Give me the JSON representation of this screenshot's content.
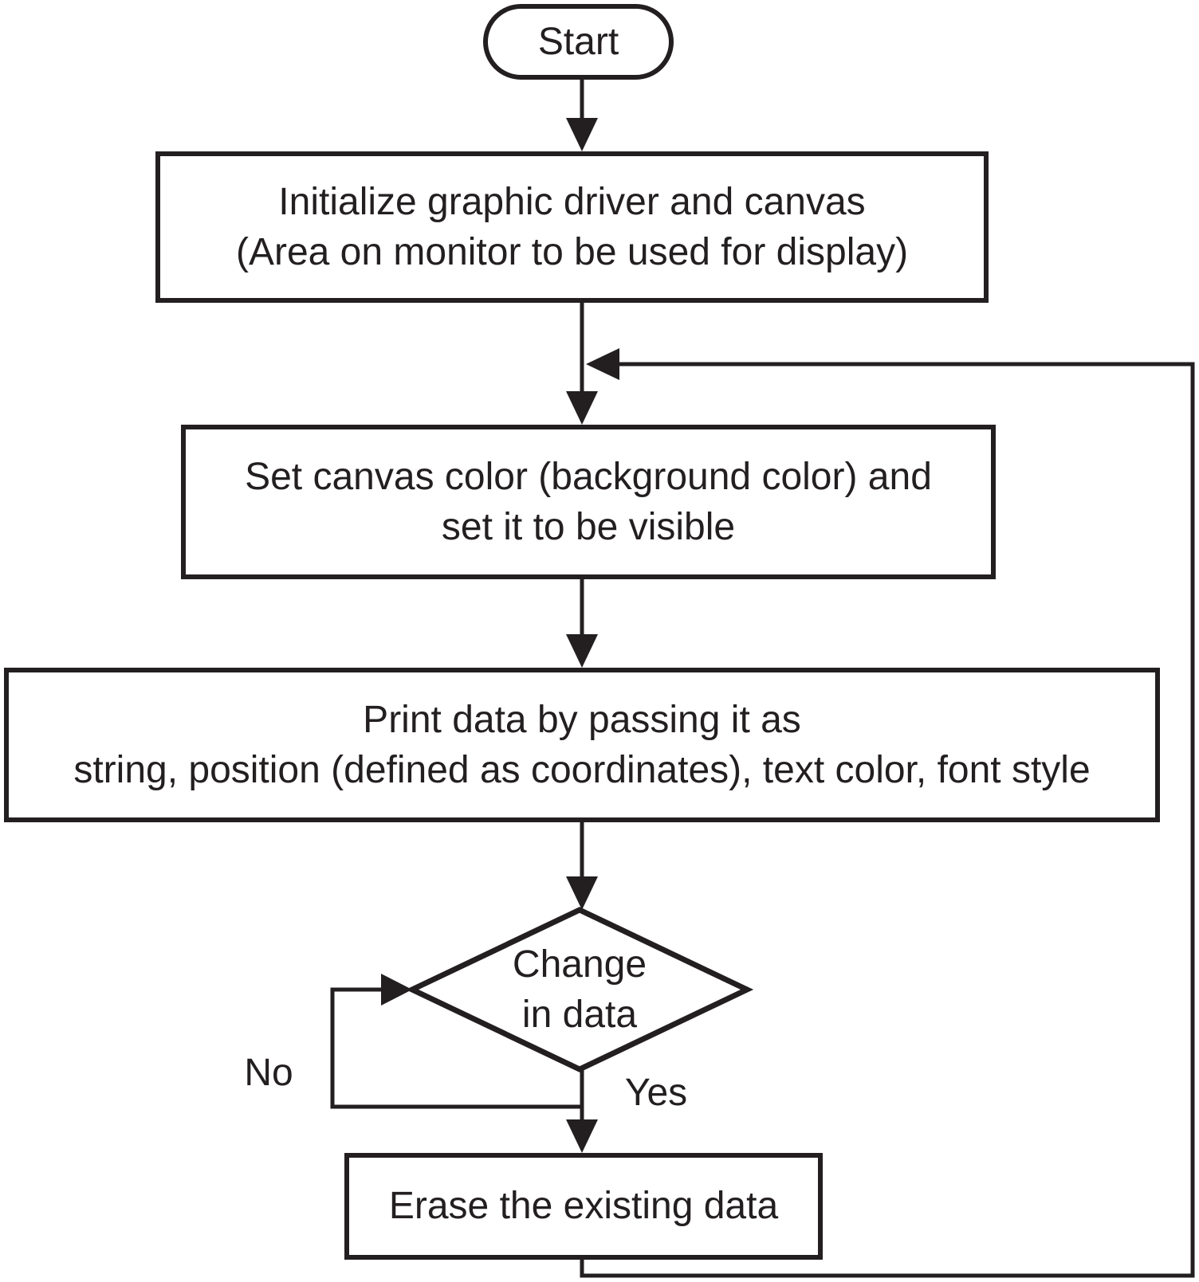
{
  "colors": {
    "stroke": "#231f20",
    "background": "#ffffff"
  },
  "nodes": {
    "start": {
      "type": "terminator",
      "label": "Start"
    },
    "initialize": {
      "type": "process",
      "label": "Initialize graphic driver and canvas\n(Area on monitor to be used for display)"
    },
    "set_canvas": {
      "type": "process",
      "label": "Set canvas color (background color) and\nset it to be visible"
    },
    "print_data": {
      "type": "process",
      "label": "Print data by passing it as\nstring, position (defined as coordinates), text color, font style"
    },
    "change_decision": {
      "type": "decision",
      "label": "Change\nin data"
    },
    "erase": {
      "type": "process",
      "label": "Erase the existing data"
    }
  },
  "edge_labels": {
    "no": "No",
    "yes": "Yes"
  }
}
